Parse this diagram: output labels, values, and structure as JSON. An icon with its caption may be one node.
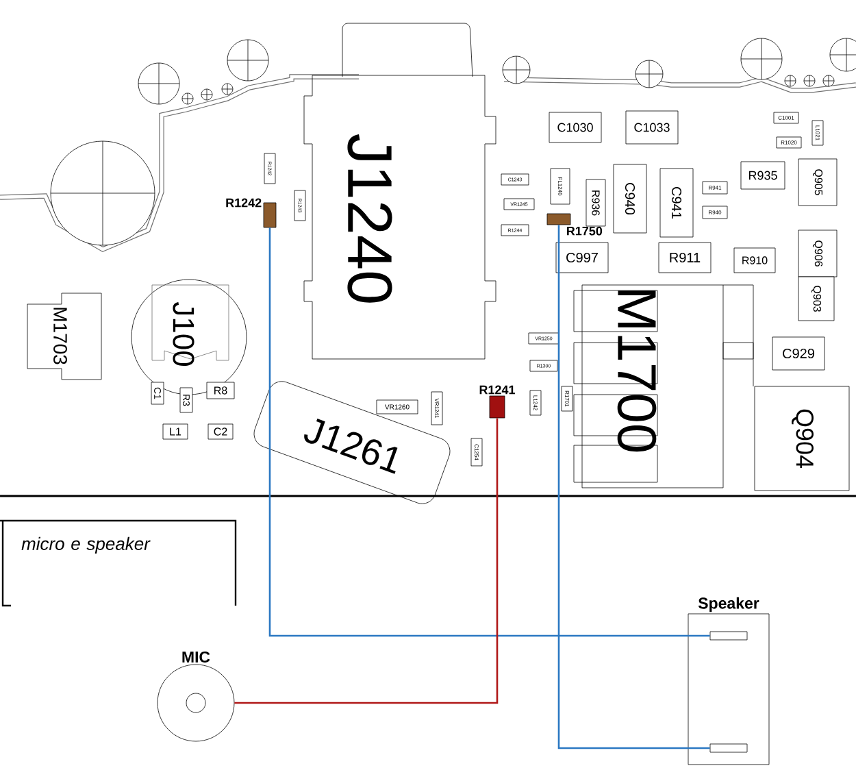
{
  "diagram": {
    "nodes": [
      {
        "text": [
          "R1242"
        ]
      },
      {
        "text": [
          "R1241"
        ]
      },
      {
        "text": [
          "R1750"
        ]
      },
      {
        "text": [
          "MIC"
        ]
      },
      {
        "text": [
          "Speaker"
        ]
      },
      {
        "text": [],
        "shape": "box",
        "in": 4
      },
      {
        "text": [],
        "shape": "box",
        "in": 4
      }
    ],
    "edges": [
      {
        "from": 0,
        "to": 5,
        "arrow": "none"
      },
      {
        "from": 1,
        "to": 3,
        "arrow": "none",
        "color": "#b01818"
      },
      {
        "from": 2,
        "to": 6,
        "arrow": "none"
      }
    ],
    "labels": [
      "J1240",
      "C1030",
      "C1033",
      "C1001",
      "R1020",
      "L1021",
      "R1242",
      "C1243",
      "FL1240",
      "R936",
      "C940",
      "C941",
      "R941",
      "R940",
      "R935",
      "Q905",
      "R1243",
      "VR1245",
      "R1244",
      "Q906",
      "C997",
      "R911",
      "R910",
      "Q903",
      "M1703",
      "J100",
      "VR1250",
      "M1700",
      "C929",
      "R1300",
      "C1",
      "R8",
      "R3",
      "VR1260",
      "VR1241",
      "L1242",
      "R1701",
      "Q904",
      "L1",
      "C2",
      "J1261",
      "C1254",
      "micro e speaker"
    ]
  }
}
